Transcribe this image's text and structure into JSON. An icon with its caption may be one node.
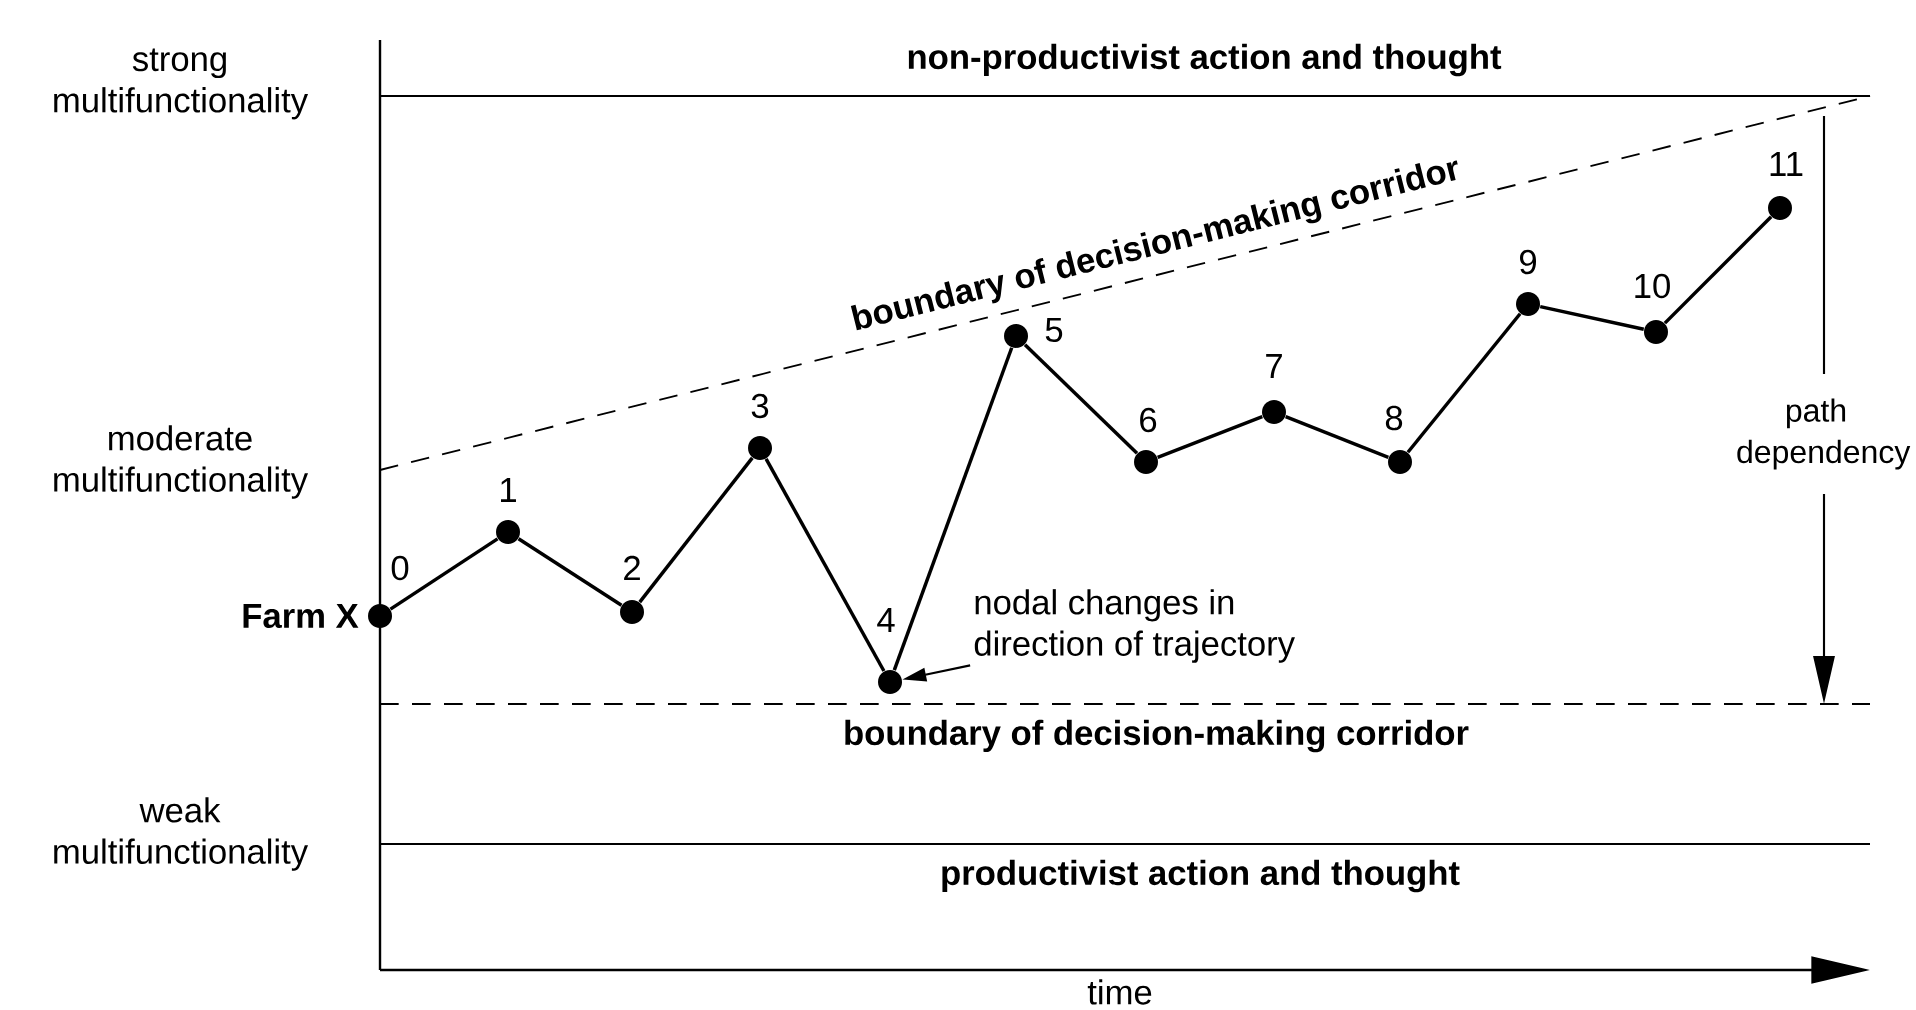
{
  "diagram": {
    "nodes": [
      {
        "text": [],
        "shape": "circle",
        "beside": [
          "0"
        ]
      },
      {
        "text": [],
        "shape": "circle",
        "beside": [
          "1"
        ]
      },
      {
        "text": [],
        "shape": "circle",
        "beside": [
          "2"
        ]
      },
      {
        "text": [],
        "shape": "circle",
        "beside": [
          "3"
        ]
      },
      {
        "text": [],
        "shape": "circle",
        "beside": [
          "4"
        ]
      },
      {
        "text": [],
        "shape": "circle",
        "beside": [
          "5"
        ]
      },
      {
        "text": [],
        "shape": "circle",
        "beside": [
          "6"
        ]
      },
      {
        "text": [],
        "shape": "circle",
        "beside": [
          "7"
        ]
      },
      {
        "text": [],
        "shape": "circle",
        "beside": [
          "8"
        ]
      },
      {
        "text": [],
        "shape": "circle",
        "beside": [
          "9"
        ]
      },
      {
        "text": [],
        "shape": "circle",
        "beside": [
          "10"
        ]
      },
      {
        "text": [],
        "shape": "circle",
        "beside": [
          "11"
        ]
      },
      {
        "text": [
          "nodal changes in direction of trajectory"
        ]
      }
    ],
    "edges": [
      {
        "from": 0,
        "to": 1,
        "arrow": "none"
      },
      {
        "from": 1,
        "to": 2,
        "arrow": "none"
      },
      {
        "from": 2,
        "to": 3,
        "arrow": "none"
      },
      {
        "from": 3,
        "to": 4,
        "arrow": "none"
      },
      {
        "from": 4,
        "to": 5,
        "arrow": "none"
      },
      {
        "from": 5,
        "to": 6,
        "arrow": "none"
      },
      {
        "from": 6,
        "to": 7,
        "arrow": "none"
      },
      {
        "from": 7,
        "to": 8,
        "arrow": "none"
      },
      {
        "from": 8,
        "to": 9,
        "arrow": "none"
      },
      {
        "from": 9,
        "to": 10,
        "arrow": "none"
      },
      {
        "from": 10,
        "to": 11,
        "arrow": "none"
      },
      {
        "from": 12,
        "to": 4,
        "arrow": "to"
      }
    ],
    "labels": [
      "strong multifunctionality",
      "non-productivist action and thought",
      "boundary of decision-making corridor",
      "moderate multifunctionality",
      "path dependency",
      "Farm X",
      "boundary of decision-making corridor",
      "weak multifunctionality",
      "productivist action and thought",
      "time"
    ]
  }
}
